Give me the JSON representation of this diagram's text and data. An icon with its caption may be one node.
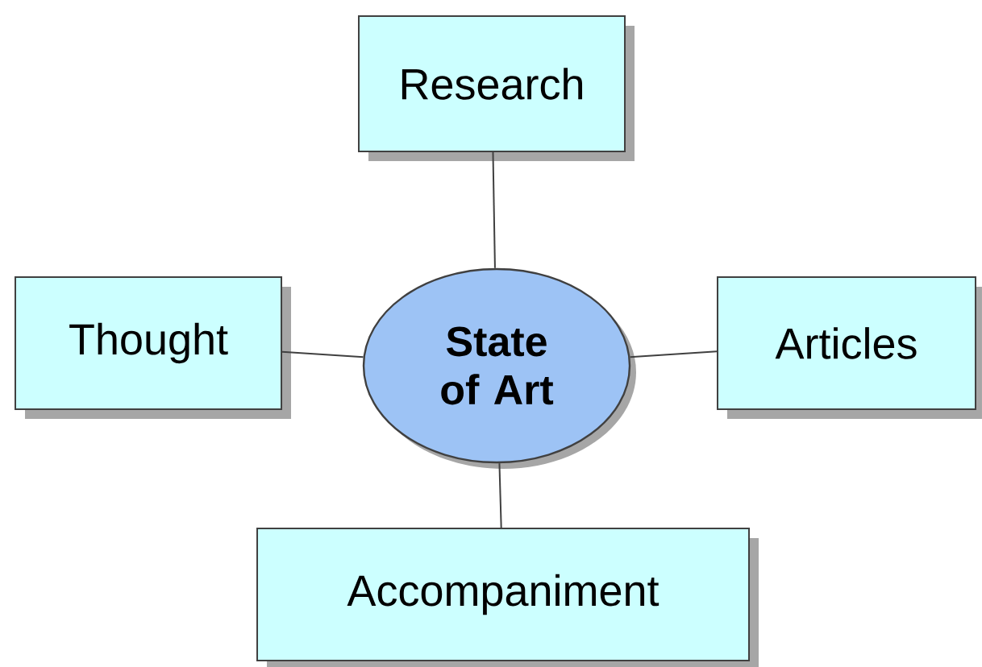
{
  "diagram": {
    "nodes": [
      {
        "text": [
          "Research"
        ]
      },
      {
        "text": [
          "Thought"
        ]
      },
      {
        "text": [
          "State of Art"
        ]
      },
      {
        "text": [
          "Articles"
        ]
      },
      {
        "text": [
          "Accompaniment"
        ]
      }
    ],
    "edges": [
      {
        "from": 2,
        "to": 0,
        "arrow": "none"
      },
      {
        "from": 2,
        "to": 1,
        "arrow": "none"
      },
      {
        "from": 2,
        "to": 3,
        "arrow": "none"
      },
      {
        "from": 2,
        "to": 4,
        "arrow": "none"
      }
    ]
  }
}
